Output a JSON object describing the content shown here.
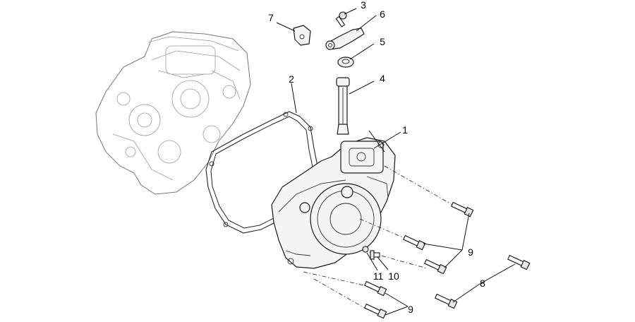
{
  "callouts": {
    "c1": "1",
    "c2": "2",
    "c3": "3",
    "c4": "4",
    "c5": "5",
    "c6": "6",
    "c7": "7",
    "c8": "8",
    "c9a": "9",
    "c9b": "9",
    "c10": "10",
    "c11": "11"
  }
}
